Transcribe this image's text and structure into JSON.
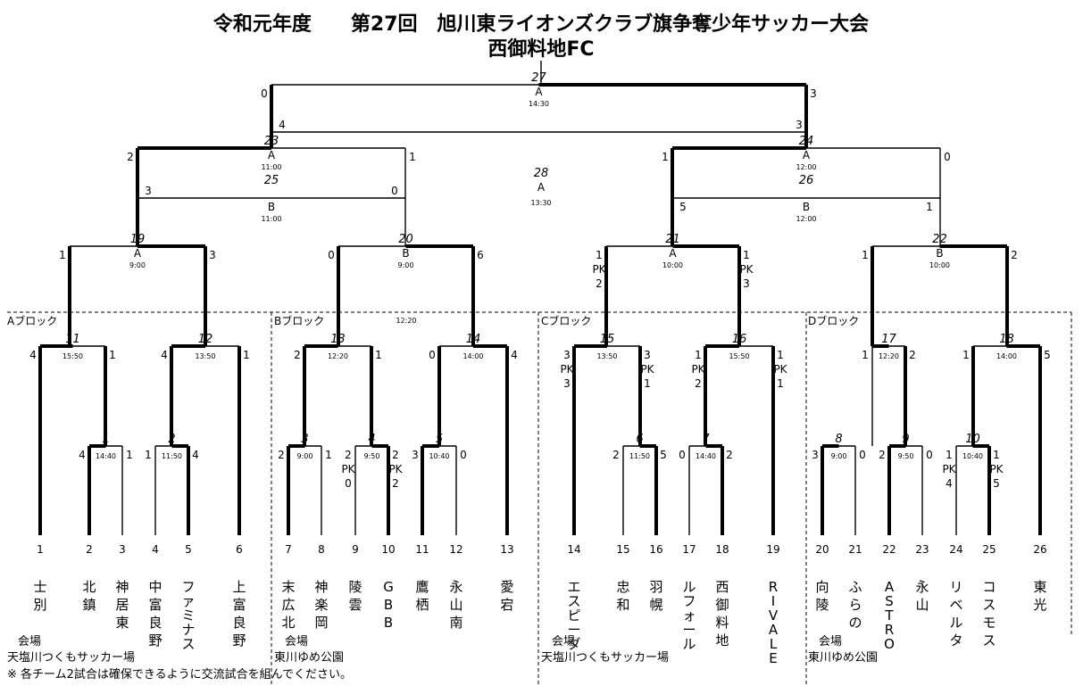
{
  "title": {
    "line1": "令和元年度　　第27回　旭川東ライオンズクラブ旗争奪少年サッカー大会",
    "line2": "西御料地FC"
  },
  "blocks": [
    "Aブロック",
    "Bブロック",
    "Cブロック",
    "Dブロック"
  ],
  "venues": {
    "label": "会場",
    "a": "天塩川つくもサッカー場",
    "b": "東川ゆめ公園",
    "c": "天塩川つくもサッカー場",
    "d": "東川ゆめ公園"
  },
  "note": "※ 各チーム2試合は確保できるように交流試合を組んでください。",
  "teams": [
    {
      "no": "1",
      "name": "士別"
    },
    {
      "no": "2",
      "name": "北鎮"
    },
    {
      "no": "3",
      "name": "神居東"
    },
    {
      "no": "4",
      "name": "中富良野"
    },
    {
      "no": "5",
      "name": "ファミナス"
    },
    {
      "no": "6",
      "name": "上富良野"
    },
    {
      "no": "7",
      "name": "末広北"
    },
    {
      "no": "8",
      "name": "神楽岡"
    },
    {
      "no": "9",
      "name": "陵雲"
    },
    {
      "no": "10",
      "name": "GBB"
    },
    {
      "no": "11",
      "name": "鷹栖"
    },
    {
      "no": "12",
      "name": "永山南"
    },
    {
      "no": "13",
      "name": "愛宕"
    },
    {
      "no": "14",
      "name": "エスピーダ"
    },
    {
      "no": "15",
      "name": "忠和"
    },
    {
      "no": "16",
      "name": "羽幌"
    },
    {
      "no": "17",
      "name": "ルフォール"
    },
    {
      "no": "18",
      "name": "西御料地"
    },
    {
      "no": "19",
      "name": "RIVALE"
    },
    {
      "no": "20",
      "name": "向陵"
    },
    {
      "no": "21",
      "name": "ふらの"
    },
    {
      "no": "22",
      "name": "ASTRO"
    },
    {
      "no": "23",
      "name": "永山"
    },
    {
      "no": "24",
      "name": "リベルタ"
    },
    {
      "no": "25",
      "name": "コスモス"
    },
    {
      "no": "26",
      "name": "東光"
    }
  ],
  "matches": [
    {
      "no": "1",
      "court": "",
      "time": "14:40",
      "score_l": "4",
      "score_r": "1"
    },
    {
      "no": "2",
      "court": "",
      "time": "11:50",
      "score_l": "1",
      "score_r": "4"
    },
    {
      "no": "3",
      "court": "",
      "time": "9:00",
      "score_l": "2",
      "score_r": "1"
    },
    {
      "no": "4",
      "court": "",
      "time": "9:50",
      "score_l": "2",
      "score_r": "2",
      "pk_l": "0",
      "pk_r": "2"
    },
    {
      "no": "5",
      "court": "",
      "time": "10:40",
      "score_l": "3",
      "score_r": "0"
    },
    {
      "no": "6",
      "court": "",
      "time": "11:50",
      "score_l": "2",
      "score_r": "5"
    },
    {
      "no": "7",
      "court": "",
      "time": "14:40",
      "score_l": "0",
      "score_r": "2"
    },
    {
      "no": "8",
      "court": "",
      "time": "9:00",
      "score_l": "3",
      "score_r": "0"
    },
    {
      "no": "9",
      "court": "",
      "time": "9:50",
      "score_l": "2",
      "score_r": "0"
    },
    {
      "no": "10",
      "court": "",
      "time": "10:40",
      "score_l": "1",
      "score_r": "1",
      "pk_l": "4",
      "pk_r": "5"
    },
    {
      "no": "11",
      "court": "",
      "time": "15:50",
      "score_l": "4",
      "score_r": "1"
    },
    {
      "no": "12",
      "court": "",
      "time": "13:50",
      "score_l": "4",
      "score_r": "1"
    },
    {
      "no": "13",
      "court": "",
      "time": "12:20",
      "score_l": "2",
      "score_r": "1"
    },
    {
      "no": "14",
      "court": "",
      "time": "14:00",
      "score_l": "0",
      "score_r": "4"
    },
    {
      "no": "15",
      "court": "",
      "time": "13:50",
      "score_l": "3",
      "score_r": "3",
      "pk_l": "3",
      "pk_r": "1"
    },
    {
      "no": "16",
      "court": "",
      "time": "15:50",
      "score_l": "1",
      "score_r": "1",
      "pk_l": "2",
      "pk_r": "1"
    },
    {
      "no": "17",
      "court": "",
      "time": "12:20",
      "score_l": "1",
      "score_r": "2"
    },
    {
      "no": "18",
      "court": "",
      "time": "14:00",
      "score_l": "1",
      "score_r": "5"
    },
    {
      "no": "19",
      "court": "A",
      "time": "9:00",
      "score_l": "1",
      "score_r": "3"
    },
    {
      "no": "20",
      "court": "B",
      "time": "9:00",
      "score_l": "0",
      "score_r": "6"
    },
    {
      "no": "21",
      "court": "A",
      "time": "10:00",
      "score_l": "1",
      "score_r": "1",
      "pk_l": "2",
      "pk_r": "3"
    },
    {
      "no": "22",
      "court": "B",
      "time": "10:00",
      "score_l": "1",
      "score_r": "2"
    },
    {
      "no": "23",
      "court": "A",
      "time": "11:00",
      "score_l": "2",
      "score_r": "1"
    },
    {
      "no": "24",
      "court": "A",
      "time": "12:00",
      "score_l": "1",
      "score_r": "0"
    },
    {
      "no": "25",
      "court": "B",
      "time": "11:00",
      "score_l": "3",
      "score_r": "0"
    },
    {
      "no": "26",
      "court": "B",
      "time": "12:00",
      "score_l": "5",
      "score_r": "1"
    },
    {
      "no": "27",
      "court": "A",
      "time": "14:30",
      "score_l": "0",
      "score_r": "3"
    },
    {
      "no": "28",
      "court": "A",
      "time": "13:30",
      "score_l": "4",
      "score_r": "3"
    }
  ],
  "extra_time": "12:20",
  "pk_label": "PK"
}
